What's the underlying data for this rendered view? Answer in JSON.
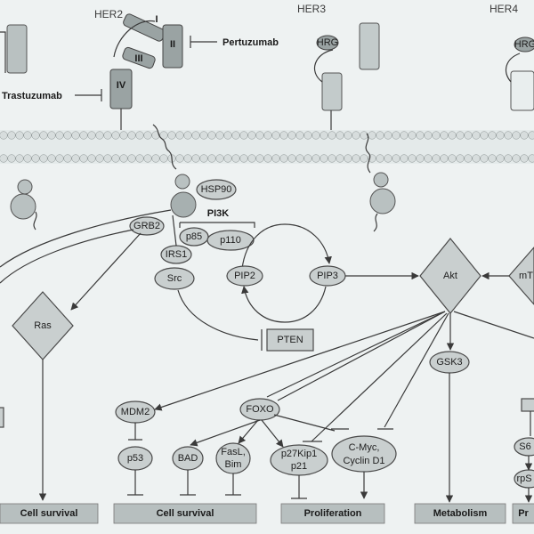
{
  "receptors": {
    "her2": "HER2",
    "her3": "HER3",
    "her4": "HER4",
    "domain_i": "I",
    "domain_ii": "II",
    "domain_iii": "III",
    "domain_iv": "IV",
    "hrg_her3": "HRG",
    "hrg_her4": "HRG"
  },
  "drugs": {
    "pertuzumab": "Pertuzumab",
    "trastuzumab": "Trastuzumab"
  },
  "nodes": {
    "hsp90": "HSP90",
    "pi3k": "PI3K",
    "p85": "p85",
    "p110": "p110",
    "grb2": "GRB2",
    "irs1": "IRS1",
    "src": "Src",
    "pip2": "PIP2",
    "pip3": "PIP3",
    "pten": "PTEN",
    "ras": "Ras",
    "akt": "Akt",
    "mtor": "mT",
    "gsk3": "GSK3",
    "mdm2": "MDM2",
    "foxo": "FOXO",
    "p53": "p53",
    "bad": "BAD",
    "fasl_1": "FasL,",
    "fasl_2": "Bim",
    "p27_1": "p27Kip1",
    "p27_2": "p21",
    "cmyc_1": "C-Myc,",
    "cmyc_2": "Cyclin D1",
    "s6": "S6",
    "rps": "rpS"
  },
  "outcomes": {
    "cell_survival_left": "Cell survival",
    "cell_survival_mid": "Cell survival",
    "proliferation": "Proliferation",
    "metabolism": "Metabolism",
    "partial_right": "Pr"
  }
}
